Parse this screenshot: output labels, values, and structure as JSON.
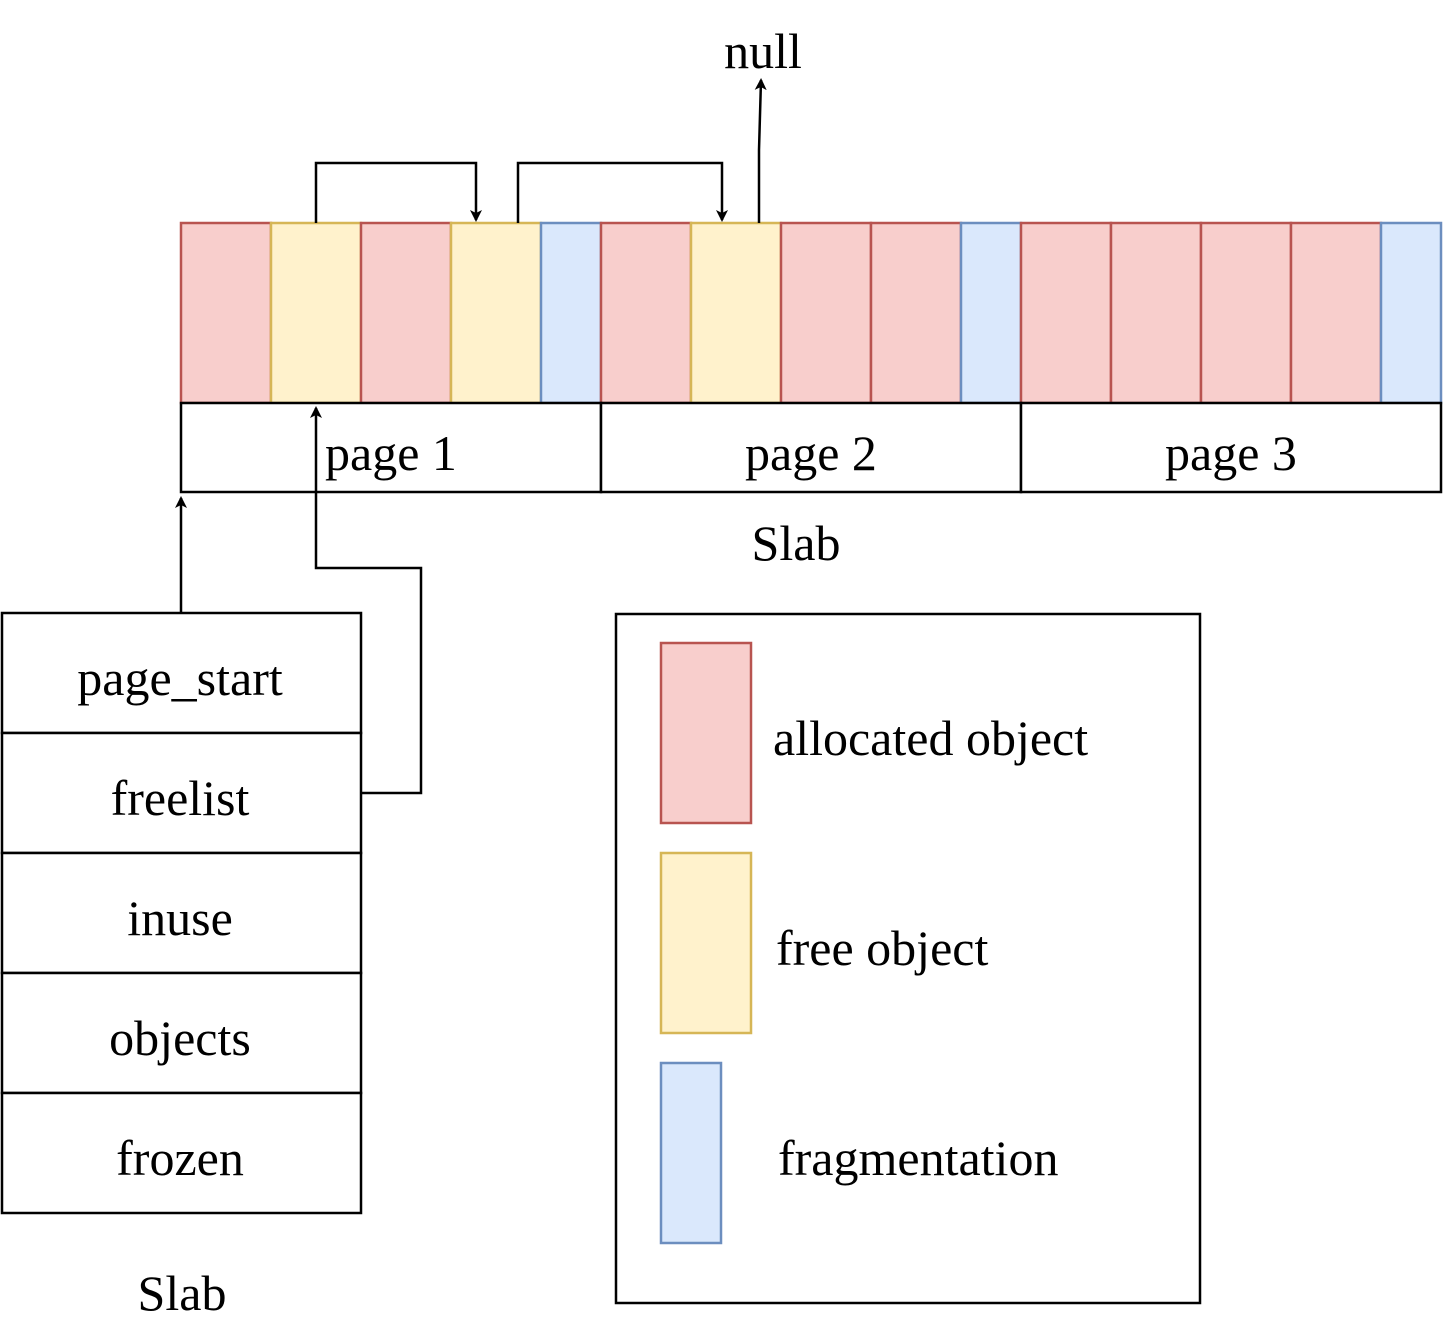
{
  "null_label": "null",
  "slab_memory": {
    "label": "Slab",
    "cells": [
      {
        "kind": "allocated"
      },
      {
        "kind": "free"
      },
      {
        "kind": "allocated"
      },
      {
        "kind": "free"
      },
      {
        "kind": "fragmentation"
      },
      {
        "kind": "allocated"
      },
      {
        "kind": "free"
      },
      {
        "kind": "allocated"
      },
      {
        "kind": "allocated"
      },
      {
        "kind": "fragmentation"
      },
      {
        "kind": "allocated"
      },
      {
        "kind": "allocated"
      },
      {
        "kind": "allocated"
      },
      {
        "kind": "allocated"
      },
      {
        "kind": "fragmentation"
      }
    ],
    "pages": [
      "page 1",
      "page 2",
      "page 3"
    ]
  },
  "slab_struct": {
    "label": "Slab",
    "fields": [
      "page_start",
      "freelist",
      "inuse",
      "objects",
      "frozen"
    ]
  },
  "legend": {
    "items": [
      {
        "kind": "allocated",
        "label": "allocated object"
      },
      {
        "kind": "free",
        "label": "free object"
      },
      {
        "kind": "fragmentation",
        "label": "fragmentation"
      }
    ]
  },
  "colors": {
    "allocated_fill": "#f8cecc",
    "allocated_stroke": "#b85450",
    "free_fill": "#fff2cc",
    "free_stroke": "#d6b656",
    "fragmentation_fill": "#dae8fc",
    "fragmentation_stroke": "#6c8ebf"
  }
}
